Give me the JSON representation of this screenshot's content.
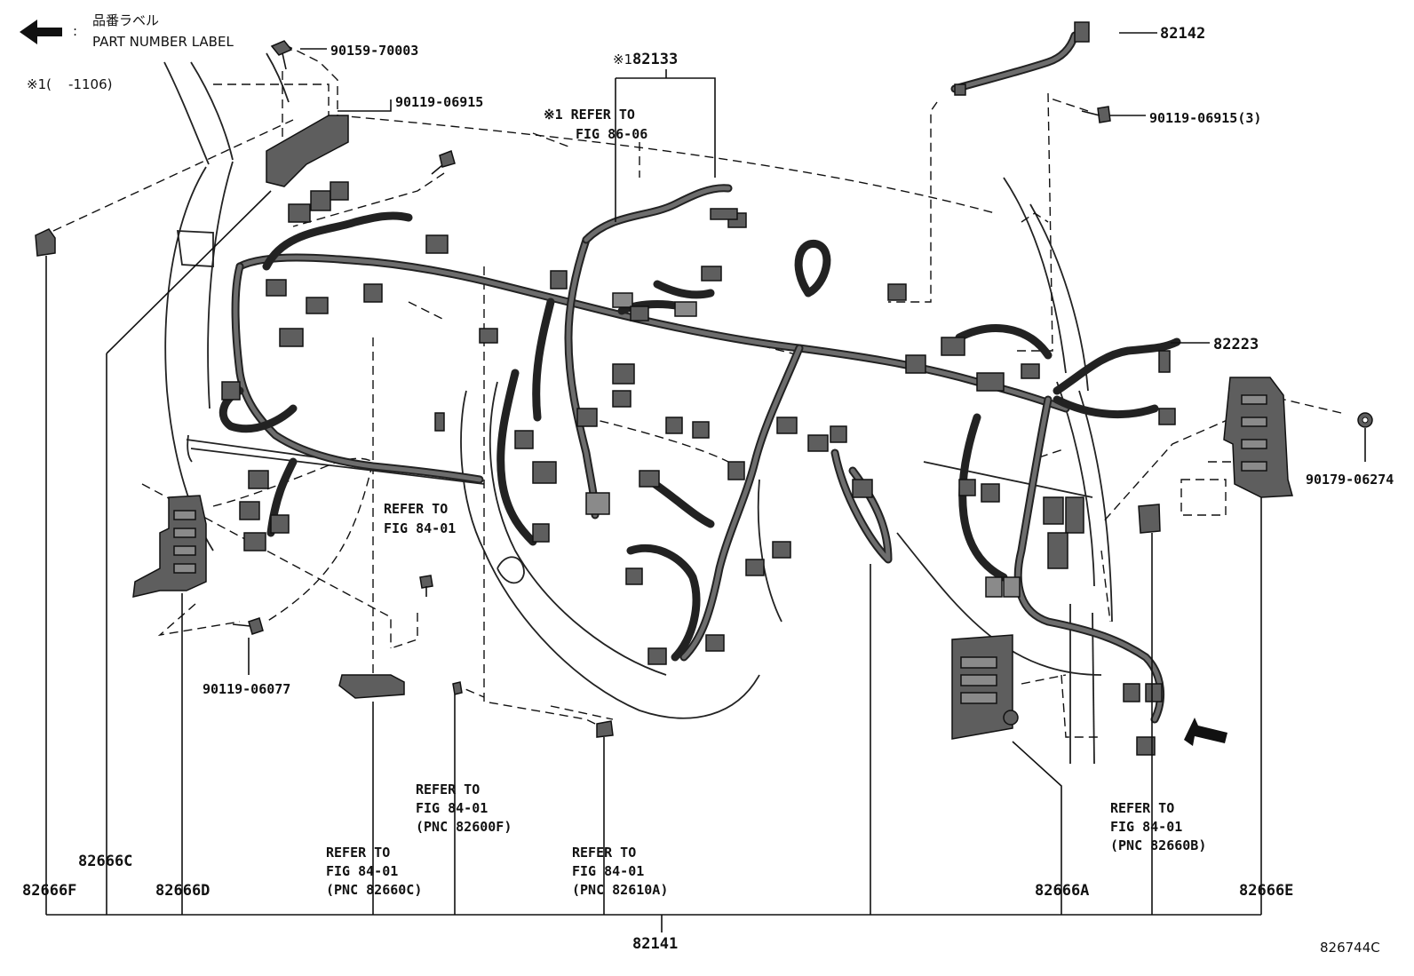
{
  "legend": {
    "label_jp": "品番ラベル",
    "colon": ":",
    "label_en": "PART NUMBER LABEL"
  },
  "note_ref": "※1(    -1106)",
  "fig_id": "826744C",
  "callouts": {
    "c90159_70003": "90159-70003",
    "c90119_06915_top": "90119-06915",
    "c82133_mark": "※1",
    "c82133": "82133",
    "refer_86_06_l1": "※1 REFER TO",
    "refer_86_06_l2": "FIG 86-06",
    "c82142": "82142",
    "c90119_06915_3": "90119-06915(3)",
    "c82223": "82223",
    "c90179_06274": "90179-06274",
    "refer_84_01_mid_l1": "REFER TO",
    "refer_84_01_mid_l2": "FIG 84-01",
    "c90119_06077": "90119-06077",
    "refer_82600f_l1": "REFER TO",
    "refer_82600f_l2": "FIG 84-01",
    "refer_82600f_l3": "(PNC 82600F)",
    "refer_82660c_l1": "REFER TO",
    "refer_82660c_l2": "FIG 84-01",
    "refer_82660c_l3": "(PNC 82660C)",
    "refer_82610a_l1": "REFER TO",
    "refer_82610a_l2": "FIG 84-01",
    "refer_82610a_l3": "(PNC 82610A)",
    "refer_82660b_l1": "REFER TO",
    "refer_82660b_l2": "FIG 84-01",
    "refer_82660b_l3": "(PNC 82660B)",
    "c82666C": "82666C",
    "c82666F": "82666F",
    "c82666D": "82666D",
    "c82666A": "82666A",
    "c82666E": "82666E",
    "c82141": "82141"
  }
}
